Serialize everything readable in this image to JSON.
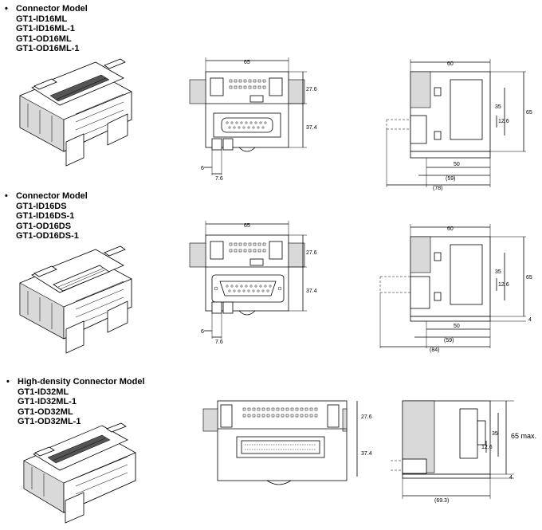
{
  "sections": [
    {
      "heading": "Connector Model",
      "models": [
        "GT1-ID16ML",
        "GT1-ID16ML-1",
        "GT1-OD16ML",
        "GT1-OD16ML-1"
      ],
      "front_dims": {
        "width": "65",
        "top": "27.6",
        "bottom": "37.4",
        "d1": "6",
        "d2": "7.6"
      },
      "side_dims": {
        "width": "60",
        "h1": "35",
        "h2": "12.6",
        "height": "65",
        "w1": "50",
        "w2": "(59)",
        "w3": "(78)"
      }
    },
    {
      "heading": "Connector Model",
      "models": [
        "GT1-ID16DS",
        "GT1-ID16DS-1",
        "GT1-OD16DS",
        "GT1-OD16DS-1"
      ],
      "front_dims": {
        "width": "65",
        "top": "27.6",
        "bottom": "37.4",
        "d1": "6",
        "d2": "7.6"
      },
      "side_dims": {
        "width": "60",
        "h1": "35",
        "h2": "12.6",
        "height": "65",
        "w1": "50",
        "w2": "(59)",
        "w3": "(84)",
        "foot": "4"
      }
    },
    {
      "heading": "High-density Connector Model",
      "models": [
        "GT1-ID32ML",
        "GT1-ID32ML-1",
        "GT1-OD32ML",
        "GT1-OD32ML-1"
      ],
      "front_dims": {
        "top": "27.6",
        "bottom": "37.4"
      },
      "side_dims": {
        "h1": "35",
        "h2": "12.6",
        "height": "65 max.",
        "w3": "(69.3)",
        "foot": "4"
      }
    }
  ]
}
